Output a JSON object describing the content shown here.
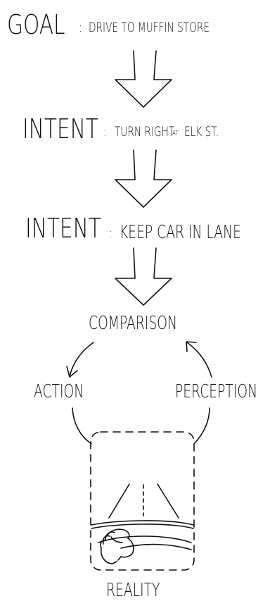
{
  "goal": {
    "heading": "GOAL",
    "separator": ":",
    "text": "DRIVE TO MUFFIN STORE"
  },
  "intent_1": {
    "heading": "INTENT",
    "separator": ":",
    "text_a": "TURN RIGHT",
    "text_at": "AT",
    "text_b": "ELK ST."
  },
  "intent_2": {
    "heading": "INTENT",
    "separator": ":",
    "text": "KEEP CAR IN LANE"
  },
  "loop": {
    "comparison": "COMPARISON",
    "action": "ACTION",
    "perception": "PERCEPTION",
    "reality": "REALITY"
  },
  "colors": {
    "ink": "#111111",
    "background": "#ffffff"
  },
  "icons": [
    "down-arrow-icon",
    "curved-arrow-icon",
    "windshield-road-icon",
    "steering-wheel-hand-icon"
  ]
}
